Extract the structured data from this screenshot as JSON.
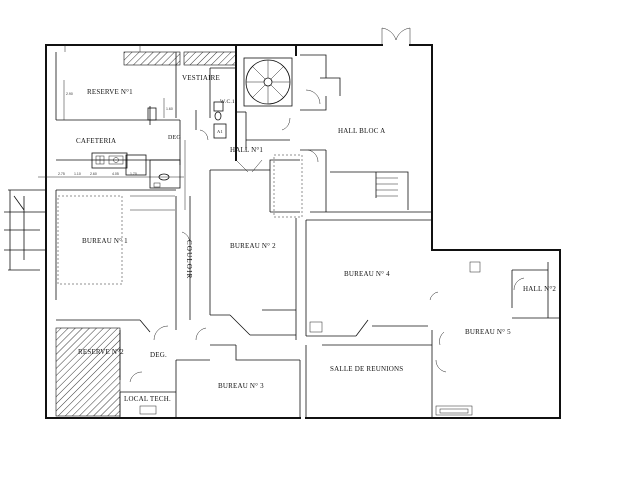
{
  "rooms": {
    "reserve_1": "RESERVE N°1",
    "vestiaire": "VESTIAIRE",
    "wc_1": "W.C.1",
    "deg_top": "DEG",
    "cafeteria": "CAFETERIA",
    "hall_1": "HALL N°1",
    "hall_bloc_a": "HALL BLOC A",
    "bureau_1": "BUREAU N° 1",
    "couloir": "COULOIR",
    "bureau_2": "BUREAU N° 2",
    "bureau_4": "BUREAU N° 4",
    "hall_2": "HALL N°2",
    "bureau_5": "BUREAU N° 5",
    "reserve_2": "RESERVE N°2",
    "deg_bottom": "DEG.",
    "local_tech": "LOCAL TECH.",
    "bureau_3": "BUREAU N° 3",
    "salle_reunions": "SALLE DE REUNIONS",
    "equipment_tag": "A1"
  },
  "dimensions": {
    "d1": "2.75",
    "d2": "1.10",
    "d3": "2.60",
    "d4": "4.05",
    "d5": "1.70",
    "d6": "2.90",
    "d7": "1.60"
  },
  "colors": {
    "ink": "#111111",
    "paper": "#ffffff"
  }
}
